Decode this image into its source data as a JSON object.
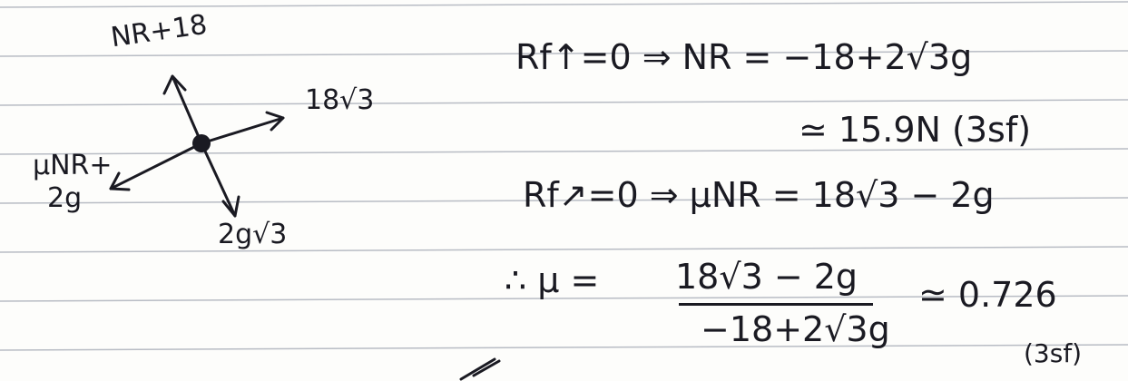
{
  "page": {
    "paper_colors": {
      "background": "#fdfdfb",
      "ruled_line": "#b8bcc4",
      "ink": "#1a1a22"
    }
  },
  "diagram": {
    "force_up": "NR+18",
    "force_right": "18√3",
    "force_left_line1": "μNR+",
    "force_left_line2": "2g",
    "force_down": "2g√3"
  },
  "equations": {
    "line1": "Rf↑=0 ⇒ NR = −18+2√3g",
    "line2": "≃ 15.9N (3sf)",
    "line3": "Rf↗=0 ⇒ μNR = 18√3 − 2g",
    "line4_prefix": "∴ μ =",
    "numerator": "18√3 − 2g",
    "denominator": "−18+2√3g",
    "result": "≃ 0.726",
    "result_note": "(3sf)"
  }
}
